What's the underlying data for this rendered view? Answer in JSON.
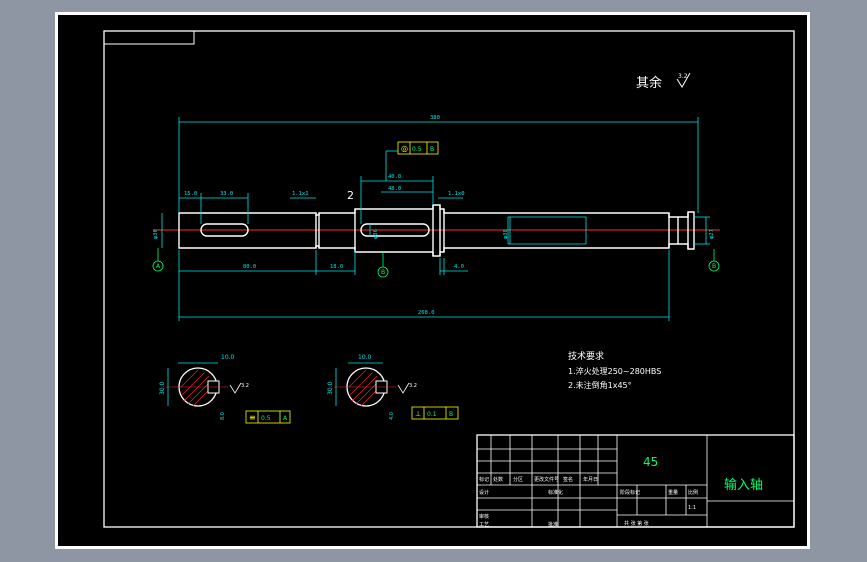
{
  "drawing": {
    "roughness_note": "其余",
    "roughness_symbol": "3.2",
    "dimensions": {
      "overall_length": "380",
      "length_bottom": "268.0",
      "key1_offset": "15.0",
      "key1_len": "33.0",
      "groove1": "1.1x1",
      "key2_len": "40.0",
      "key2_inner": "48.0",
      "groove2": "1.1x0",
      "seg1": "80.0",
      "seg2": "18.0",
      "seg3": "4.0",
      "dia_left": "φ30",
      "dia_mid": "φ36",
      "dia_right_inner": "φ38",
      "dia_right": "φ27"
    },
    "datum_a": "A",
    "datum_b": "B",
    "tolerance_mid": {
      "symbol": "◎",
      "value": "0.5",
      "datum": "B"
    },
    "section_a": {
      "width": "10.0",
      "depth": "30.0",
      "tol": "0.5",
      "datum": "A",
      "dim_top": "10",
      "rough": "3.2",
      "side": "8.0"
    },
    "section_b": {
      "width": "10.0",
      "depth": "30.0",
      "tol": "0.1",
      "datum": "B",
      "rough": "3.2",
      "side": "4.0"
    },
    "view_label": "2",
    "tech": {
      "title": "技术要求",
      "line1": "1.淬火处理250~280HBS",
      "line2": "2.未注倒角1x45°"
    }
  },
  "titleblock": {
    "material": "45",
    "part_name": "输入轴",
    "scale": "1:1",
    "row_labels": [
      "标记",
      "处数",
      "分区",
      "更改文件号",
      "签名",
      "年月日"
    ],
    "design": "设计",
    "standard": "标准化",
    "check": "审核",
    "process": "工艺",
    "approve": "批准",
    "stage": "阶段标记",
    "weight": "重量",
    "ratio": "比例",
    "sheets": "共 张 第 张"
  },
  "colors": {
    "outline": "#ffffff",
    "dimension": "#00e5e5",
    "center": "#ff2a2a",
    "annotation": "#00ff66",
    "hatch": "#ff2a2a"
  }
}
